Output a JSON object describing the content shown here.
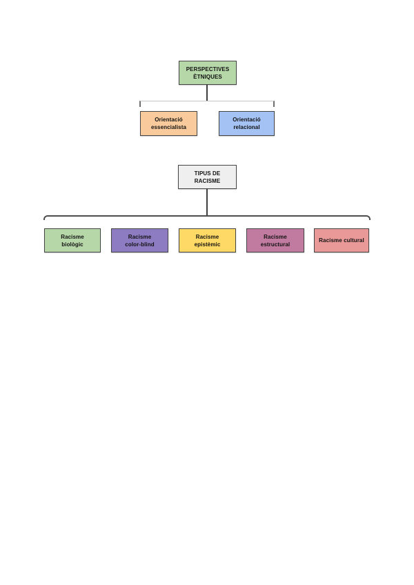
{
  "diagram": {
    "perspectives_tree": {
      "root": {
        "label": "PERSPECTIVES\nÈTNIQUES",
        "color": "#b6d7a8"
      },
      "children": [
        {
          "label": "Orientació\nessencialista",
          "color": "#f9cb9c"
        },
        {
          "label": "Orientació\nrelacional",
          "color": "#a4c2f4"
        }
      ]
    },
    "racisme_tree": {
      "root": {
        "label": "TIPUS DE\nRACISME",
        "color": "#efefef"
      },
      "children": [
        {
          "label": "Racisme\nbiològic",
          "color": "#b6d7a8"
        },
        {
          "label": "Racisme\ncolor-blind",
          "color": "#8e7cc3"
        },
        {
          "label": "Racisme\nepistèmic",
          "color": "#ffd966"
        },
        {
          "label": "Racisme\nestructural",
          "color": "#c27ba0"
        },
        {
          "label": "Racisme cultural",
          "color": "#ea9999"
        }
      ]
    },
    "colors": {
      "border": "#434343",
      "text": "#111111",
      "connector": "#4d4d4d",
      "page_background": "#ffffff"
    }
  }
}
